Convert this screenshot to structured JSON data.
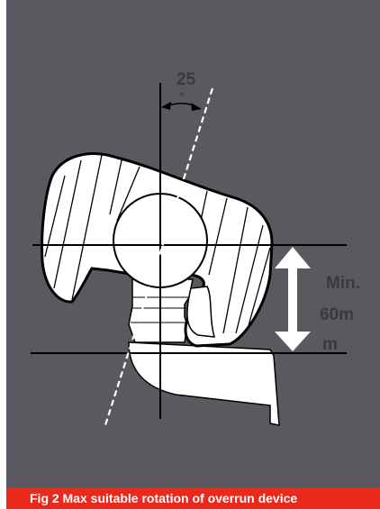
{
  "figure": {
    "angle_value": "25",
    "angle_unit": "°",
    "dimension_lines": [
      "Min.",
      "60m",
      "m"
    ],
    "caption": "Fig 2 Max suitable rotation of overrun device"
  },
  "colors": {
    "background": "#585a5f",
    "caption_background": "#e8291c",
    "caption_text": "#ffffff",
    "drawing_fill": "#ffffff",
    "drawing_stroke": "#000000",
    "label_text": "#3a3a3a"
  }
}
